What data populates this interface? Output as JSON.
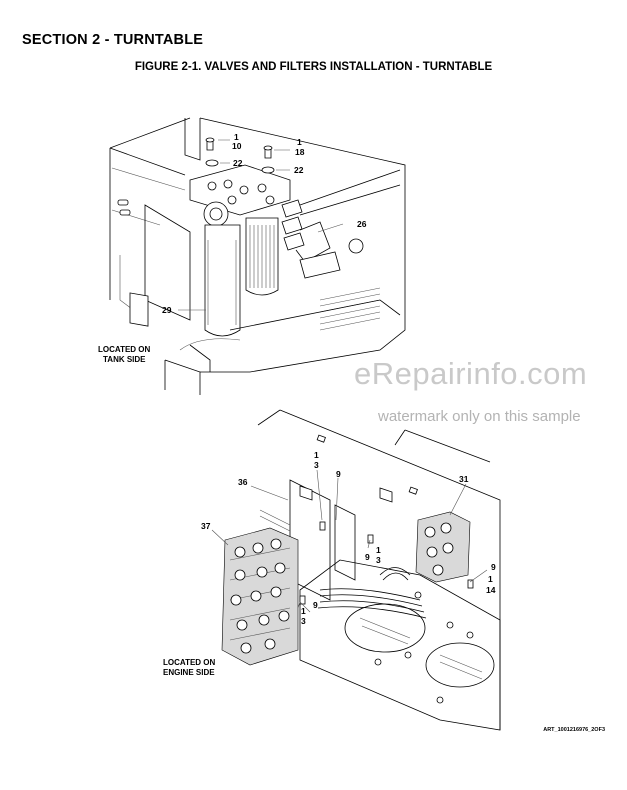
{
  "header": {
    "section": "SECTION 2 - TURNTABLE",
    "figure_title": "FIGURE 2-1. VALVES AND FILTERS INSTALLATION - TURNTABLE"
  },
  "top_view": {
    "callouts": {
      "c1a": "1",
      "c10": "10",
      "c1b": "1",
      "c18": "18",
      "c22a": "22",
      "c22b": "22",
      "c26": "26",
      "c29": "29"
    },
    "location_label": [
      "LOCATED ON",
      "TANK SIDE"
    ]
  },
  "bottom_view": {
    "callouts": {
      "c1a": "1",
      "c3a": "3",
      "c9a": "9",
      "c31": "31",
      "c36": "36",
      "c37": "37",
      "c9b": "9",
      "c1b": "1",
      "c3b": "3",
      "c9c": "9",
      "c1c": "1",
      "c14": "14",
      "c9d": "9",
      "c1d": "1",
      "c3c": "3"
    },
    "location_label": [
      "LOCATED ON",
      "ENGINE SIDE"
    ]
  },
  "art_id": "ART_1001216976_2OF3",
  "watermark": {
    "main": "eRepairinfo.com",
    "sub": "watermark only on this sample"
  }
}
